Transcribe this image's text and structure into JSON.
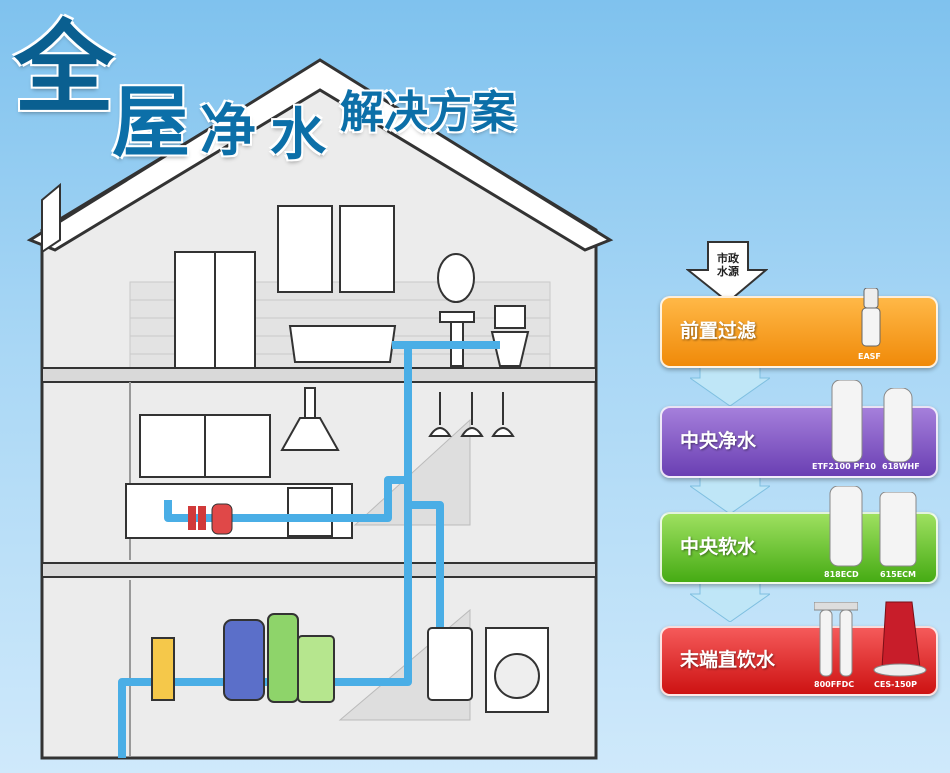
{
  "title": {
    "quan": "全",
    "wu": "屋",
    "jing": "净",
    "shui": "水",
    "rest": "解决方案"
  },
  "source": {
    "line1": "市政",
    "line2": "水源"
  },
  "stages": [
    {
      "label": "前置过滤",
      "products": [
        "EASF"
      ],
      "color": "#f08a09"
    },
    {
      "label": "中央净水",
      "products": [
        "ETF2100 PF10",
        "618WHF"
      ],
      "color": "#6a3fb3"
    },
    {
      "label": "中央软水",
      "products": [
        "818ECD",
        "615ECM"
      ],
      "color": "#46ab14"
    },
    {
      "label": "末端直饮水",
      "products": [
        "800FFDC",
        "CES-150P"
      ],
      "color": "#cd1212"
    }
  ],
  "colors": {
    "pipe": "#4aaee6",
    "title": "#0c6fa8"
  }
}
